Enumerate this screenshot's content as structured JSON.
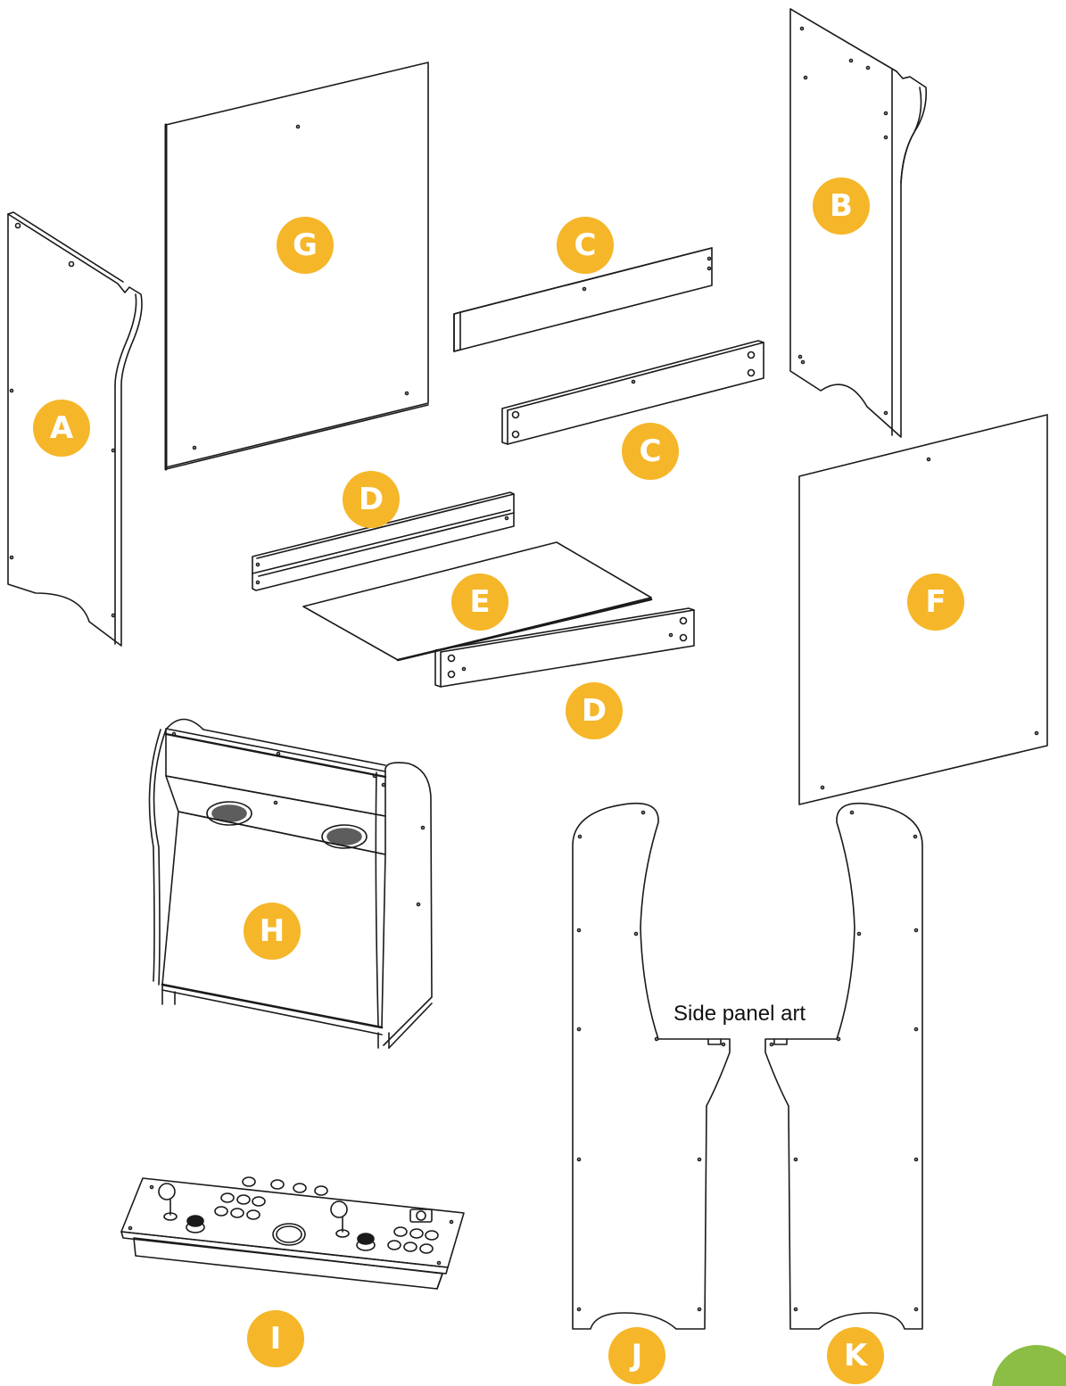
{
  "colors": {
    "badge": "#f5b629",
    "badge_text": "#ffffff",
    "line": "#1a1a1a",
    "corner_tab": "#8cbd45"
  },
  "parts": [
    {
      "id": "A",
      "label": "A"
    },
    {
      "id": "B",
      "label": "B"
    },
    {
      "id": "C1",
      "label": "C"
    },
    {
      "id": "C2",
      "label": "C"
    },
    {
      "id": "D1",
      "label": "D"
    },
    {
      "id": "D2",
      "label": "D"
    },
    {
      "id": "E",
      "label": "E"
    },
    {
      "id": "F",
      "label": "F"
    },
    {
      "id": "G",
      "label": "G"
    },
    {
      "id": "H",
      "label": "H"
    },
    {
      "id": "I",
      "label": "I"
    },
    {
      "id": "J",
      "label": "J"
    },
    {
      "id": "K",
      "label": "K"
    }
  ],
  "caption": "Side panel art"
}
